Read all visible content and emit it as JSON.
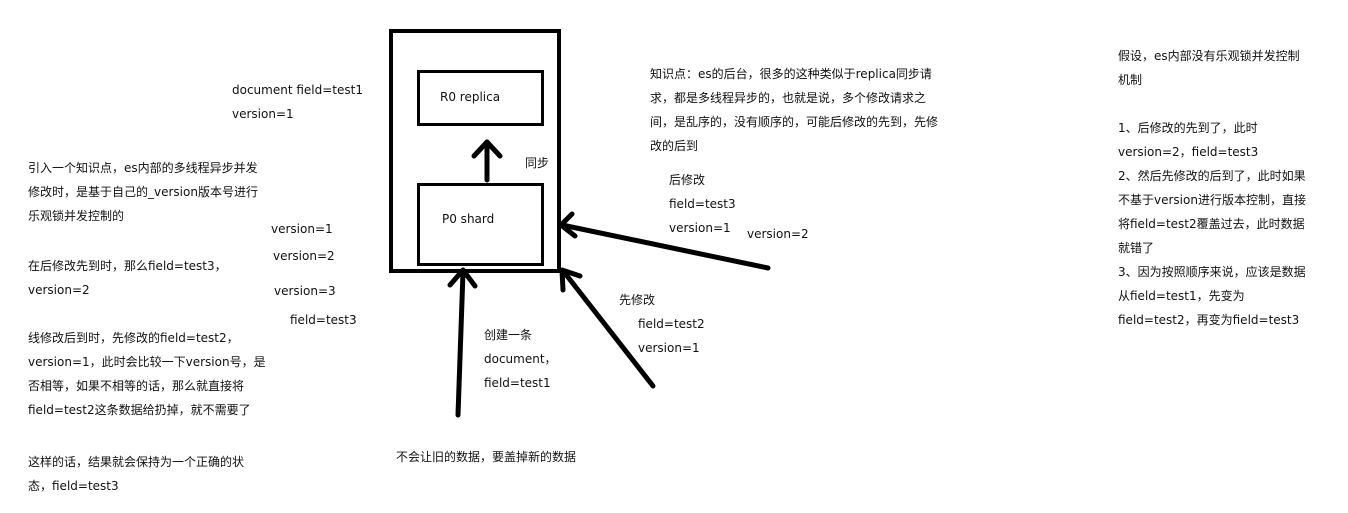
{
  "diagram": {
    "doc_left": [
      "document field=test1",
      "version=1"
    ],
    "intro": [
      "引入一个知识点，es内部的多线程异步并发",
      "修改时，是基于自己的_version版本号进行",
      "乐观锁并发控制的"
    ],
    "later_first": [
      "在后修改先到时，那么field=test3，",
      "version=2"
    ],
    "earlier_later": [
      "线修改后到时，先修改的field=test2，",
      "version=1，此时会比较一下version号，是",
      "否相等，如果不相等的话，那么就直接将",
      "field=test2这条数据给扔掉，就不需要了"
    ],
    "result": [
      "这样的话，结果就会保持为一个正确的状",
      "态，field=test3"
    ],
    "versions": [
      "version=1",
      "version=2",
      "version=3",
      "field=test3"
    ],
    "replica_label": "R0 replica",
    "shard_label": "P0 shard",
    "sync_label": "同步",
    "create_doc": [
      "创建一条",
      "document，",
      "field=test1"
    ],
    "no_overwrite": "不会让旧的数据，要盖掉新的数据",
    "knowledge": [
      "知识点：es的后台，很多的这种类似于replica同步请",
      "求，都是多线程异步的，也就是说，多个修改请求之",
      "间，是乱序的，没有顺序的，可能后修改的先到，先修",
      "改的后到"
    ],
    "later_mod": [
      "后修改",
      "field=test3",
      "version=1"
    ],
    "later_mod_v2": "version=2",
    "first_mod": [
      "先修改",
      "field=test2",
      "version=1"
    ],
    "hypothesis": [
      "假设，es内部没有乐观锁并发控制",
      "机制",
      "",
      "1、后修改的先到了，此时",
      "version=2，field=test3",
      "2、然后先修改的后到了，此时如果",
      "不基于version进行版本控制，直接",
      "将field=test2覆盖过去，此时数据",
      "就错了",
      "3、因为按照顺序来说，应该是数据",
      "从field=test1，先变为",
      "field=test2，再变为field=test3"
    ]
  }
}
